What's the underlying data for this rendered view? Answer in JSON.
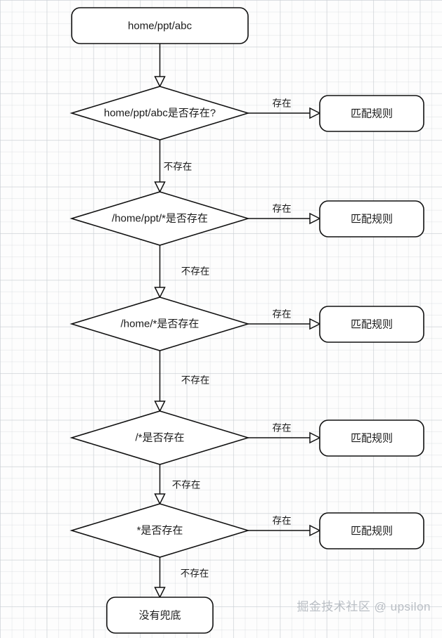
{
  "diagram": {
    "type": "flowchart",
    "title": "path rule matching fallback flow",
    "colors": {
      "background": "#fdfdfd",
      "grid_minor": "#c8cdd2",
      "grid_major": "#cdd2d7",
      "stroke": "#111111",
      "node_fill": "#ffffff",
      "text": "#1a1a1a",
      "watermark": "#b9bec4"
    },
    "start_node": {
      "label": "home/ppt/abc",
      "shape": "rounded-rectangle"
    },
    "decisions": [
      {
        "label": "home/ppt/abc是否存在?",
        "shape": "diamond",
        "yes_label": "存在",
        "no_label": "不存在"
      },
      {
        "label": "/home/ppt/*是否存在",
        "shape": "diamond",
        "yes_label": "存在",
        "no_label": "不存在"
      },
      {
        "label": "/home/*是否存在",
        "shape": "diamond",
        "yes_label": "存在",
        "no_label": "不存在"
      },
      {
        "label": "/*是否存在",
        "shape": "diamond",
        "yes_label": "存在",
        "no_label": "不存在"
      },
      {
        "label": "*是否存在",
        "shape": "diamond",
        "yes_label": "存在",
        "no_label": "不存在"
      }
    ],
    "match_nodes": [
      {
        "label": "匹配规则",
        "shape": "rounded-rectangle"
      },
      {
        "label": "匹配规则",
        "shape": "rounded-rectangle"
      },
      {
        "label": "匹配规则",
        "shape": "rounded-rectangle"
      },
      {
        "label": "匹配规则",
        "shape": "rounded-rectangle"
      },
      {
        "label": "匹配规则",
        "shape": "rounded-rectangle"
      }
    ],
    "end_node": {
      "label": "没有兜底",
      "shape": "rounded-rectangle"
    },
    "watermark": "掘金技术社区 @ upsilon"
  }
}
